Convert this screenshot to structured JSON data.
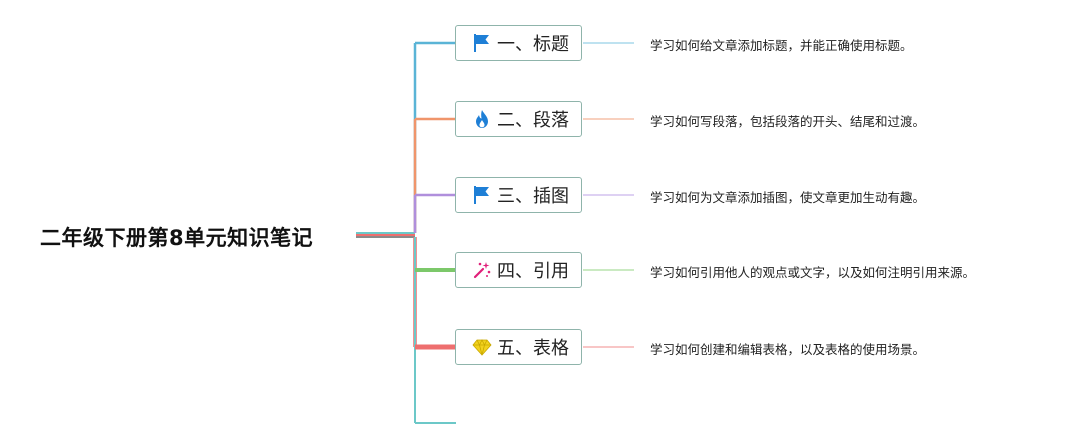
{
  "root": {
    "title": "二年级下册第8单元知识笔记"
  },
  "topics": [
    {
      "label": "一、标题",
      "icon": "flag-icon",
      "icon_color": "#1e7fd6",
      "branch_color": "#5ab4d6",
      "description": "学习如何给文章添加标题，并能正确使用标题。"
    },
    {
      "label": "二、段落",
      "icon": "fire-icon",
      "icon_color": "#1e7fd6",
      "branch_color": "#f0956b",
      "description": "学习如何写段落，包括段落的开头、结尾和过渡。"
    },
    {
      "label": "三、插图",
      "icon": "flag-icon",
      "icon_color": "#1e7fd6",
      "branch_color": "#b08fdc",
      "description": "学习如何为文章添加插图，使文章更加生动有趣。"
    },
    {
      "label": "四、引用",
      "icon": "magic-wand-icon",
      "icon_color": "#e0207a",
      "branch_color": "#7cc86a",
      "description": "学习如何引用他人的观点或文字，以及如何注明引用来源。"
    },
    {
      "label": "五、表格",
      "icon": "diamond-icon",
      "icon_color": "#f2d21e",
      "branch_color": "#ee6f6f",
      "description": "学习如何创建和编辑表格，以及表格的使用场景。"
    }
  ],
  "extra_branch_color": "#6cc8c8"
}
